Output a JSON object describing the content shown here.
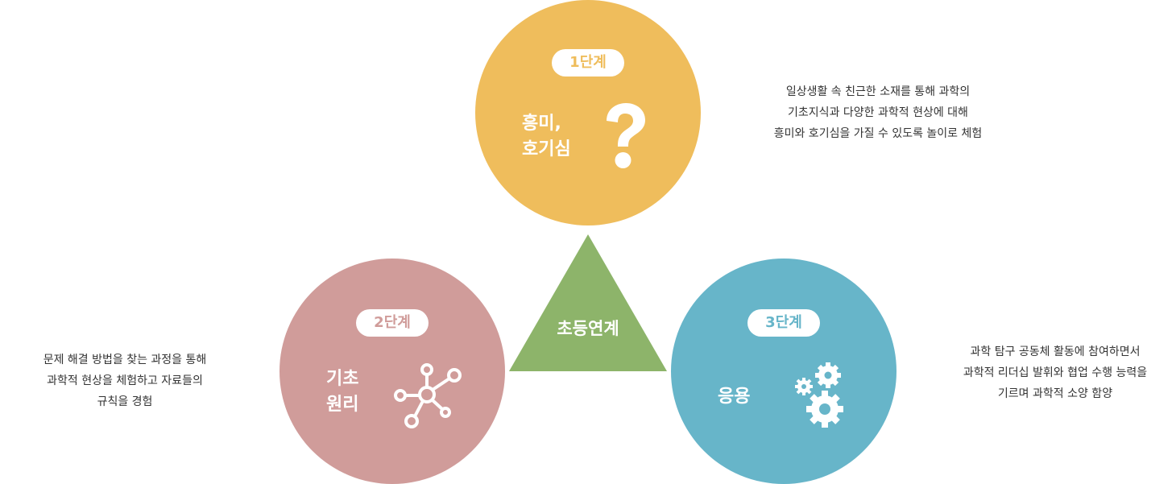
{
  "center": {
    "label": "초등연계",
    "color": "#8db46a"
  },
  "stages": [
    {
      "badge": "1단계",
      "title_line1": "흥미,",
      "title_line2": "호기심",
      "icon": "question-mark-icon",
      "color": "#efbd5c",
      "description": "일상생활 속 친근한 소재를 통해 과학의\n기초지식과 다양한 과학적 현상에 대해\n흥미와 호기심을 가질 수 있도록 놀이로 체험"
    },
    {
      "badge": "2단계",
      "title_line1": "기초",
      "title_line2": "원리",
      "icon": "network-nodes-icon",
      "color": "#d09c9a",
      "description": "문제 해결 방법을 찾는 과정을 통해\n과학적 현상을 체험하고 자료들의\n규칙을 경험"
    },
    {
      "badge": "3단계",
      "title_line1": "응용",
      "icon": "gears-icon",
      "color": "#67b5c9",
      "description": "과학 탐구 공동체 활동에 참여하면서\n과학적 리더십 발휘와 협업 수행 능력을\n기르며 과학적 소양 함양"
    }
  ]
}
